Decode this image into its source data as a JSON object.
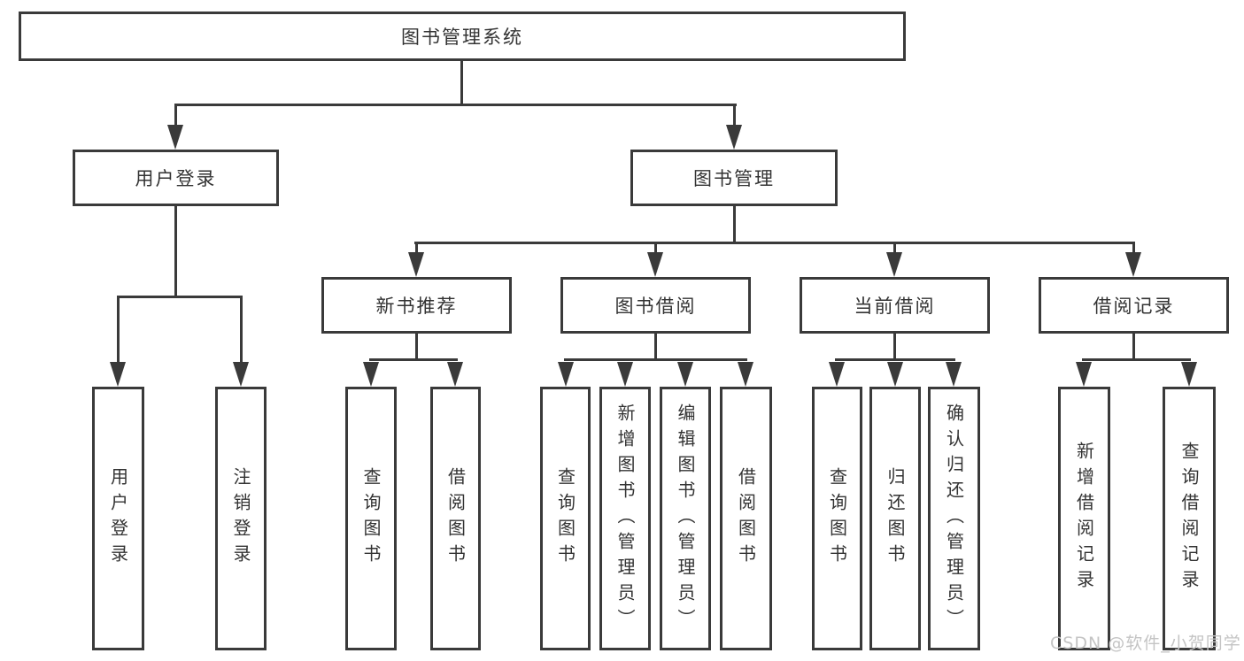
{
  "colors": {
    "line": "#3a3a3a",
    "text": "#333333",
    "background": "#ffffff",
    "watermark": "#c4c4c4"
  },
  "tree": {
    "root": {
      "label": "图书管理系统"
    },
    "branches": [
      {
        "label": "用户登录",
        "children": [
          {
            "label": "用户登录"
          },
          {
            "label": "注销登录"
          }
        ]
      },
      {
        "label": "图书管理",
        "children": [
          {
            "label": "新书推荐",
            "children": [
              {
                "label": "查询图书"
              },
              {
                "label": "借阅图书"
              }
            ]
          },
          {
            "label": "图书借阅",
            "children": [
              {
                "label": "查询图书"
              },
              {
                "label": "新增图书（管理员）"
              },
              {
                "label": "编辑图书（管理员）"
              },
              {
                "label": "借阅图书"
              }
            ]
          },
          {
            "label": "当前借阅",
            "children": [
              {
                "label": "查询图书"
              },
              {
                "label": "归还图书"
              },
              {
                "label": "确认归还（管理员）"
              }
            ]
          },
          {
            "label": "借阅记录",
            "children": [
              {
                "label": "新增借阅记录"
              },
              {
                "label": "查询借阅记录"
              }
            ]
          }
        ]
      }
    ]
  },
  "watermark": {
    "text": "CSDN @软件_小贺同学"
  }
}
